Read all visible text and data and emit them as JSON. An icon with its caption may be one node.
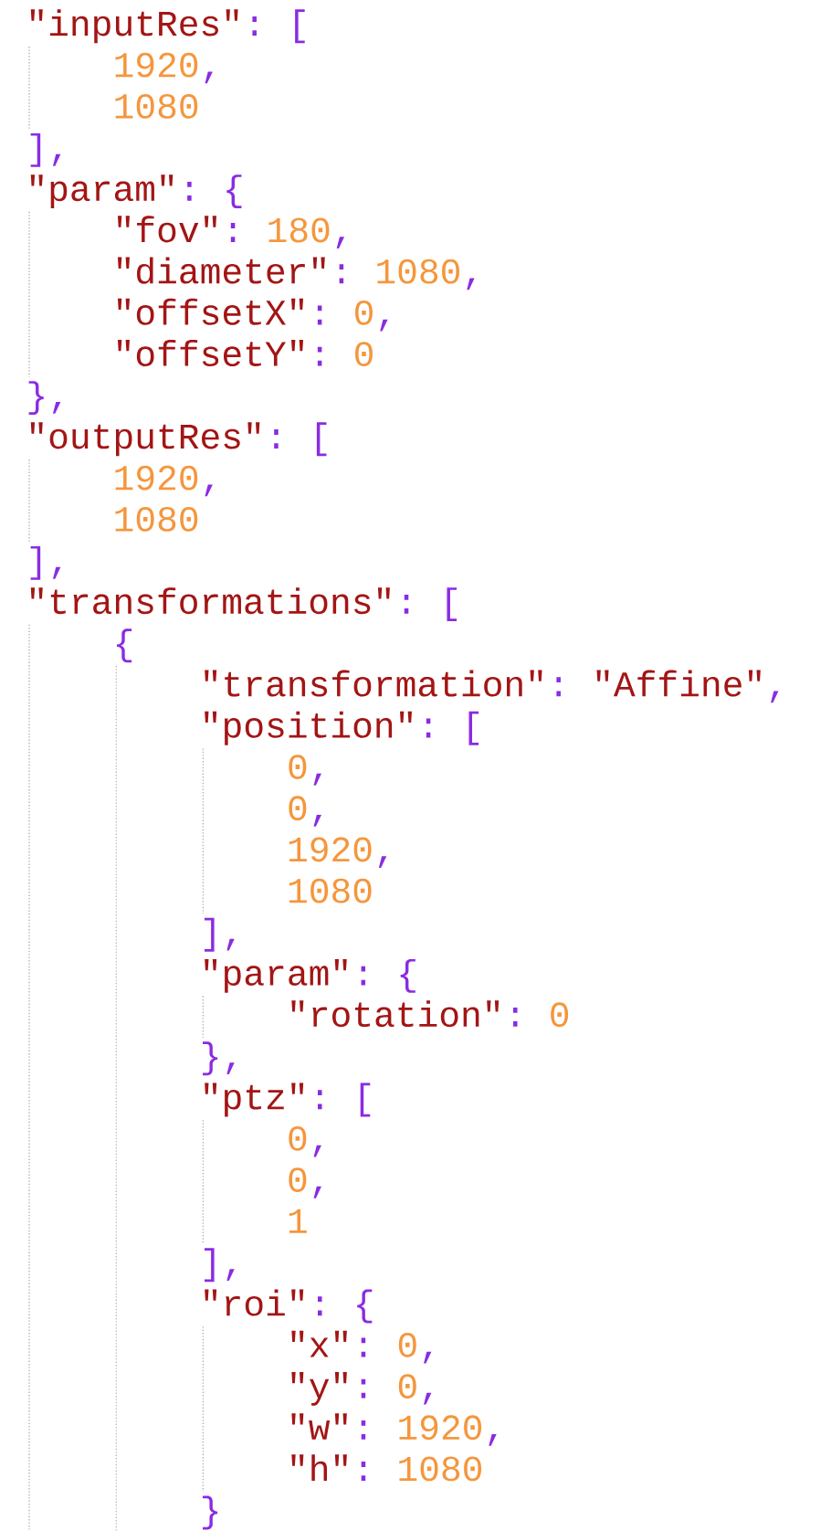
{
  "diagram": {
    "labels": [
      "\"inputRes\"",
      ":",
      "[",
      "1920",
      ",",
      "1080",
      "]",
      ",",
      "\"param\"",
      ":",
      "{",
      "\"fov\"",
      ":",
      "180",
      ",",
      "\"diameter\"",
      ":",
      "1080",
      ",",
      "\"offsetX\"",
      ":",
      "0",
      ",",
      "\"offsetY\"",
      ":",
      "0",
      "}",
      ",",
      "\"outputRes\"",
      ":",
      "[",
      "1920",
      ",",
      "1080",
      "]",
      ",",
      "\"transformations\"",
      ":",
      "[",
      "{",
      "\"transformation\"",
      ":",
      "\"Affine\"",
      ",",
      "\"position\"",
      ":",
      "[",
      "0",
      ",",
      "0",
      ",",
      "1920",
      ",",
      "1080",
      "]",
      ",",
      "\"param\"",
      ":",
      "{",
      "\"rotation\"",
      ":",
      "0",
      "}",
      ",",
      "\"ptz\"",
      ":",
      "[",
      "0",
      ",",
      "0",
      ",",
      "1",
      "]",
      ",",
      "\"roi\"",
      ":",
      "{",
      "\"x\"",
      ":",
      "0",
      ",",
      "\"y\"",
      ":",
      "0",
      ",",
      "\"w\"",
      ":",
      "1920",
      ",",
      "\"h\"",
      ":",
      "1080",
      "}"
    ]
  }
}
